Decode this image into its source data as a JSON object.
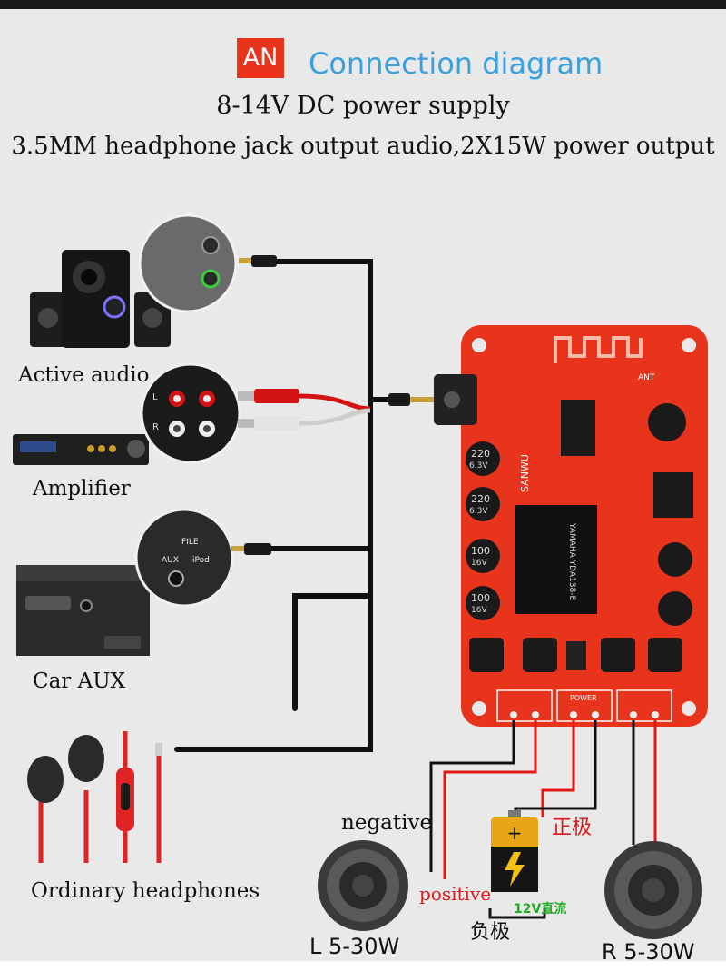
{
  "logo_text": "AN",
  "title": "Connection diagram",
  "subtitle_power": "8-14V DC power supply",
  "subtitle_output": "3.5MM headphone jack output audio,2X15W power output",
  "sources": {
    "active_audio": "Active audio",
    "amplifier": "Amplifier",
    "car_aux": "Car AUX",
    "headphones": "Ordinary headphones"
  },
  "panel_labels": {
    "aux": "AUX",
    "ipod": "iPod",
    "file": "FILE",
    "left": "L",
    "right": "R"
  },
  "board": {
    "ant": "ANT",
    "power": "POWER",
    "brand": "SANWU",
    "chip": "YAMAHA YDA138-E",
    "cap_220": "220",
    "cap_100": "100",
    "cap_v63": "6.3V",
    "cap_v16": "16V"
  },
  "wiring": {
    "negative": "negative",
    "positive": "positive",
    "positive_cn": "正极",
    "negative_cn": "负极",
    "battery_label": "12V直流"
  },
  "speakers": {
    "left": "L 5-30W",
    "right": "R 5-30W"
  },
  "colors": {
    "logo_bg": "#e8341c",
    "title": "#3aa0e0",
    "board": "#e8341c",
    "wire_black": "#111111",
    "wire_red": "#e01818",
    "battery_label": "#22aa22"
  }
}
